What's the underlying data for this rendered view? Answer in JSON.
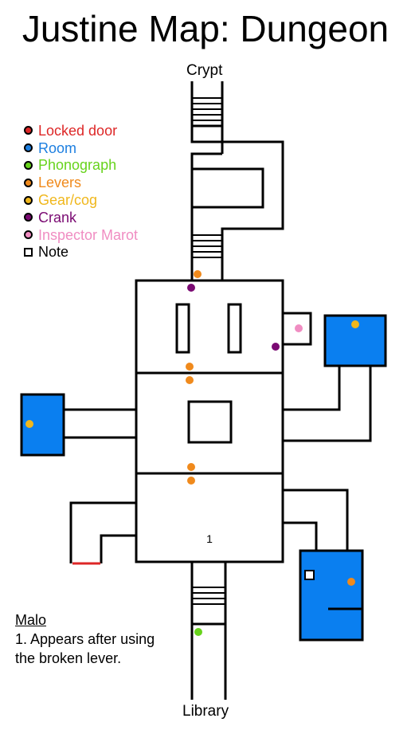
{
  "title": "Justine Map: Dungeon",
  "labels": {
    "top_exit": "Crypt",
    "bottom_exit": "Library",
    "room_number": "1"
  },
  "legend": [
    {
      "label": "Locked door",
      "color": "#dd2727"
    },
    {
      "label": "Room",
      "color": "#1d7fe0"
    },
    {
      "label": "Phonograph",
      "color": "#67d31c"
    },
    {
      "label": "Levers",
      "color": "#f08a1c"
    },
    {
      "label": "Gear/cog",
      "color": "#f0b71c"
    },
    {
      "label": "Crank",
      "color": "#7a0a72"
    },
    {
      "label": "Inspector Marot",
      "color": "#f08dc2"
    },
    {
      "label": "Note",
      "icon": "note-square"
    }
  ],
  "notes": {
    "heading": "Malo",
    "lines": [
      "1. Appears after using",
      "the broken lever."
    ]
  },
  "colors": {
    "wall": "#000000",
    "room_fill": "#0a7ff0",
    "locked_door": "#dd2727",
    "lever": "#f08a1c",
    "gear": "#f0b71c",
    "crank": "#7a0a72",
    "phonograph": "#67d31c",
    "inspector": "#f08dc2"
  }
}
